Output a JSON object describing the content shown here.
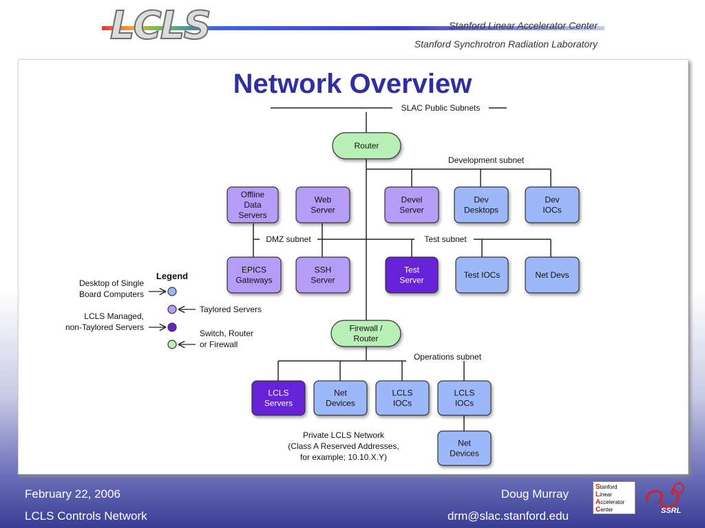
{
  "header": {
    "logo_text": "LCLS",
    "org_line1": "Stanford Linear Accelerator Center",
    "org_line2": "Stanford Synchrotron Radiation Laboratory"
  },
  "slide": {
    "title": "Network Overview"
  },
  "colors": {
    "switch": "#b8f0b8",
    "taylored": "#b59cf6",
    "sbc": "#9db8f8",
    "managed": "#6622d6",
    "title": "#2f2fa0"
  },
  "subnets": {
    "public": "SLAC Public Subnets",
    "development": "Development subnet",
    "dmz": "DMZ subnet",
    "test": "Test subnet",
    "operations": "Operations subnet"
  },
  "nodes": {
    "router": [
      "Router"
    ],
    "offline": [
      "Offline",
      "Data",
      "Servers"
    ],
    "web": [
      "Web",
      "Server"
    ],
    "devel": [
      "Devel",
      "Server"
    ],
    "devdesk": [
      "Dev",
      "Desktops"
    ],
    "devioc": [
      "Dev",
      "IOCs"
    ],
    "epics": [
      "EPICS",
      "Gateways"
    ],
    "ssh": [
      "SSH",
      "Server"
    ],
    "testsrv": [
      "Test",
      "Server"
    ],
    "testioc": [
      "Test IOCs"
    ],
    "netdevs": [
      "Net Devs"
    ],
    "firewall": [
      "Firewall /",
      "Router"
    ],
    "lclssrv": [
      "LCLS",
      "Servers"
    ],
    "netdev1": [
      "Net",
      "Devices"
    ],
    "lclsioc1": [
      "LCLS",
      "IOCs"
    ],
    "lclsioc2": [
      "LCLS",
      "IOCs"
    ],
    "netdev2": [
      "Net",
      "Devices"
    ]
  },
  "legend": {
    "title": "Legend",
    "sbc": [
      "Desktop of Single",
      "Board Computers"
    ],
    "taylored": [
      "Taylored Servers"
    ],
    "managed": [
      "LCLS Managed,",
      "non-Taylored Servers"
    ],
    "switch": [
      "Switch, Router",
      "or Firewall"
    ]
  },
  "private_note": [
    "Private LCLS Network",
    "(Class A Reserved Addresses,",
    "for example; 10.10.X.Y)"
  ],
  "footer": {
    "date": "February 22, 2006",
    "subtitle": "LCLS Controls Network",
    "author": "Doug Murray",
    "email": "drm@slac.stanford.edu",
    "slac_logo": [
      "Stanford",
      "Linear",
      "Accelerator",
      "Center"
    ],
    "ssrl_logo": "SSRL"
  }
}
